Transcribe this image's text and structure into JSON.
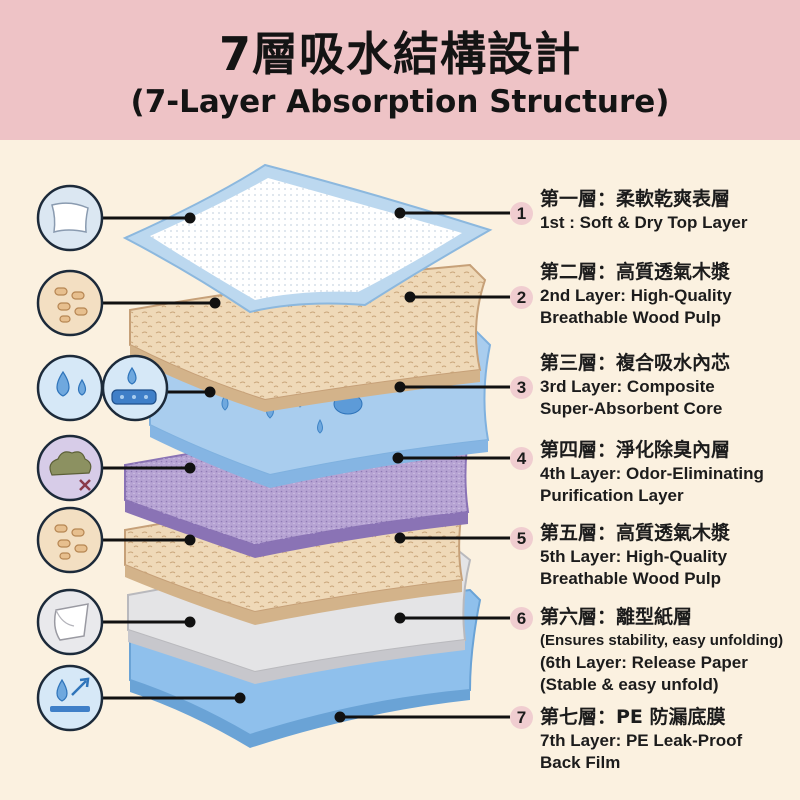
{
  "header": {
    "title_cn": "7層吸水結構設計",
    "title_en": "(7-Layer Absorption Structure)"
  },
  "layers": [
    {
      "num": "1",
      "cn": "第一層：柔軟乾爽表層",
      "en": [
        "1st : Soft & Dry Top Layer"
      ],
      "icon": "soft-sheet-icon"
    },
    {
      "num": "2",
      "cn": "第二層：高質透氣木漿",
      "en": [
        "2nd Layer: High-Quality",
        "Breathable Wood Pulp"
      ],
      "icon": "wood-pulp-icon"
    },
    {
      "num": "3",
      "cn": "第三層：複合吸水內芯",
      "en": [
        "3rd Layer: Composite",
        "Super-Absorbent Core"
      ],
      "icon": "water-drops-icon"
    },
    {
      "num": "4",
      "cn": "第四層：淨化除臭內層",
      "en": [
        "4th Layer: Odor-Eliminating",
        "Purification Layer"
      ],
      "icon": "odor-cloud-icon"
    },
    {
      "num": "5",
      "cn": "第五層：高質透氣木漿",
      "en": [
        "5th Layer: High-Quality",
        "Breathable Wood Pulp"
      ],
      "icon": "wood-pulp-icon"
    },
    {
      "num": "6",
      "cn": "第六層：離型紙層",
      "en": [
        "(Ensures stability, easy unfolding)",
        "(6th Layer: Release Paper",
        "(Stable & easy unfold)"
      ],
      "icon": "release-paper-icon"
    },
    {
      "num": "7",
      "cn": "第七層：PE 防漏底膜",
      "en": [
        "7th Layer: PE Leak-Proof",
        "Back Film"
      ],
      "icon": "leak-proof-icon"
    }
  ],
  "colors": {
    "header_bg": "#eec3c6",
    "page_bg": "#fbf1e0",
    "top_layer": "#bcd8ef",
    "pulp": "#efd9b8",
    "core": "#a9cdee",
    "odor": "#b6a3d3",
    "release": "#e4e4e6",
    "pe_film": "#8fc0ec"
  }
}
